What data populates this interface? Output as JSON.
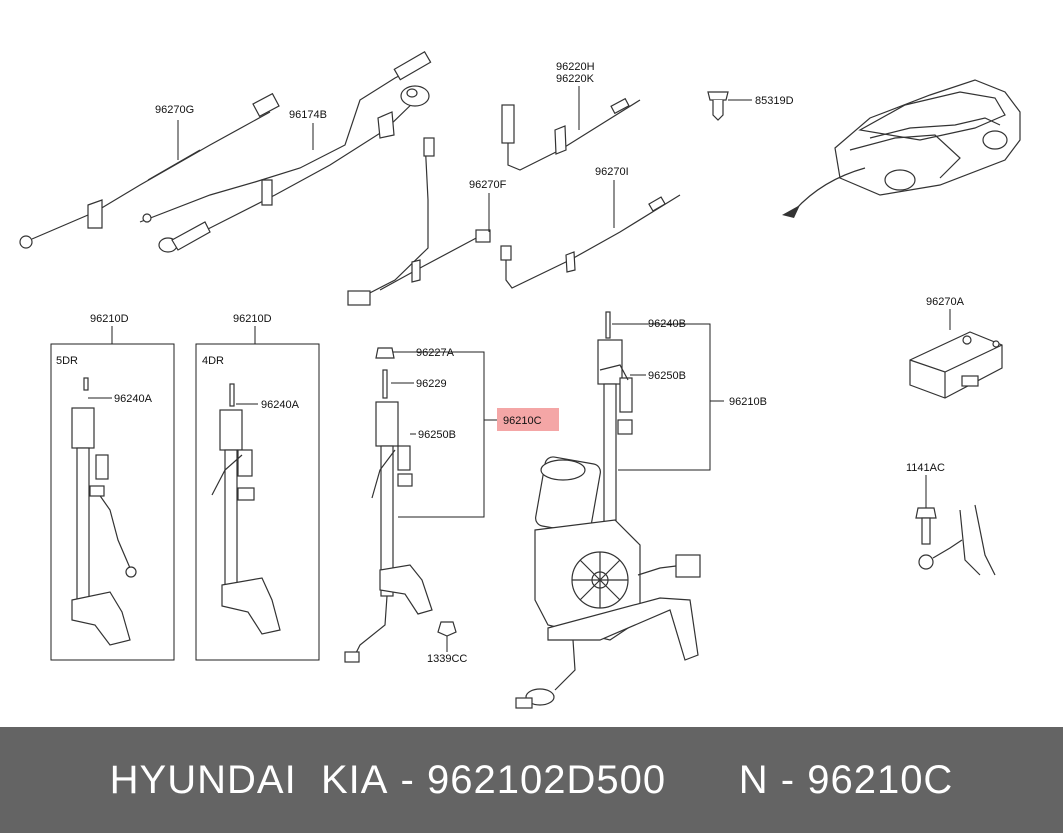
{
  "labels": {
    "p96270G": "96270G",
    "p96174B": "96174B",
    "p96220H": "96220H",
    "p96220K": "96220K",
    "p85319D": "85319D",
    "p96270F": "96270F",
    "p96270I": "96270I",
    "p96210D_a": "96210D",
    "p96210D_b": "96210D",
    "p5DR": "5DR",
    "p4DR": "4DR",
    "p96240A_a": "96240A",
    "p96240A_b": "96240A",
    "p96227A": "96227A",
    "p96229": "96229",
    "p96210C": "96210C",
    "p96250B_a": "96250B",
    "p96250B_b": "96250B",
    "p96240B": "96240B",
    "p96210B": "96210B",
    "p96270A": "96270A",
    "p1141AC": "1141AC",
    "p1339CC": "1339CC"
  },
  "highlight_color": "#f4a6a6",
  "banner": {
    "brand": "HYUNDAI",
    "brand2": "KIA",
    "part_number": "962102D500",
    "ref": "N",
    "ref_code": "96210C"
  }
}
